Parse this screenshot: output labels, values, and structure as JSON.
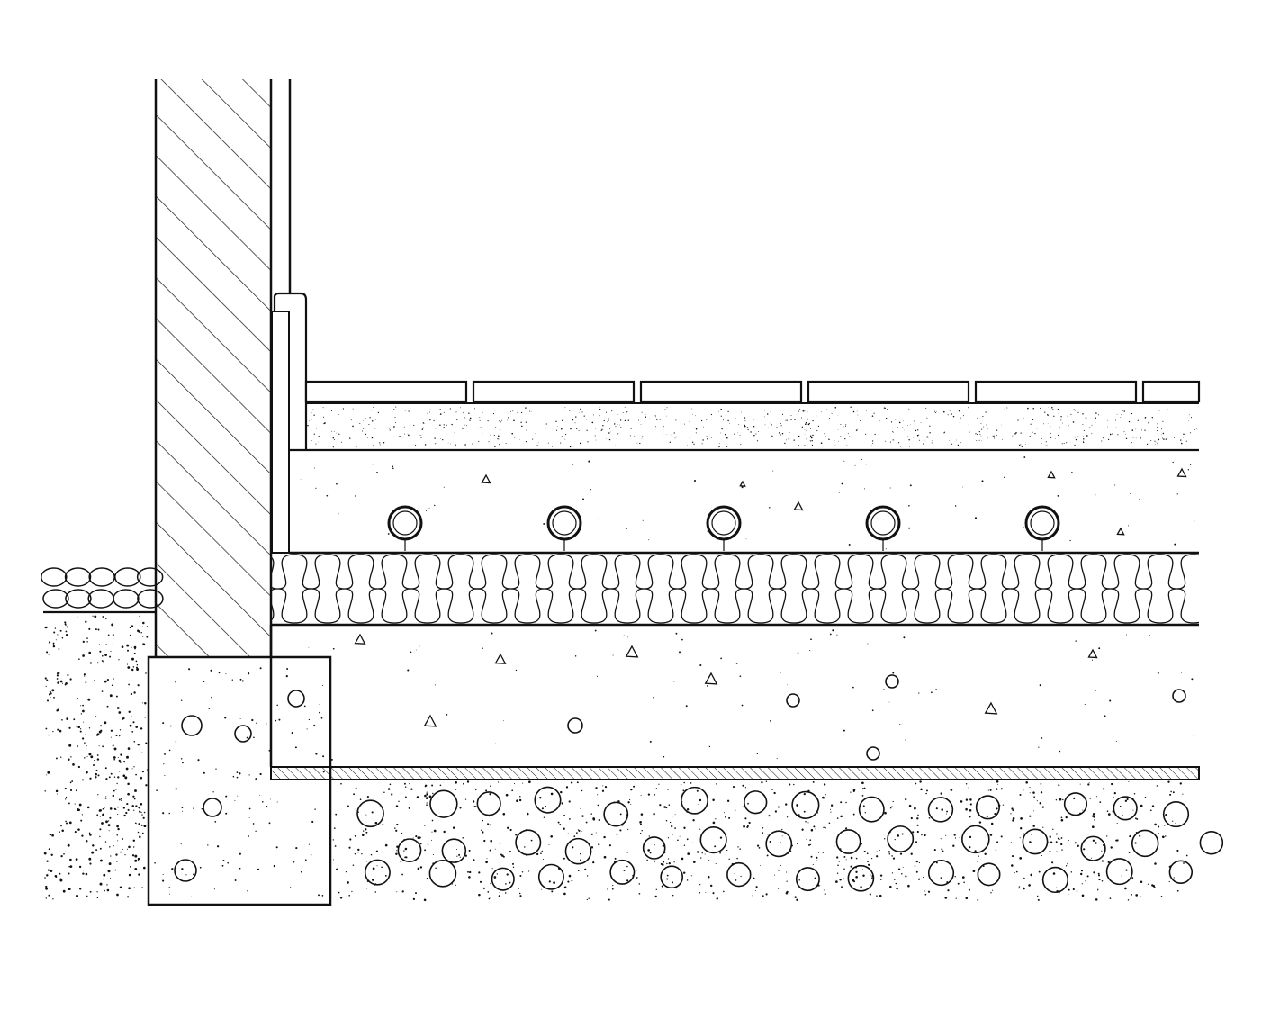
{
  "diagram": {
    "kind": "construction-section",
    "heating_pipe_count": 5,
    "floor_tile_count": 6,
    "colors": {
      "ink": "#111111",
      "paper": "#ffffff"
    }
  }
}
